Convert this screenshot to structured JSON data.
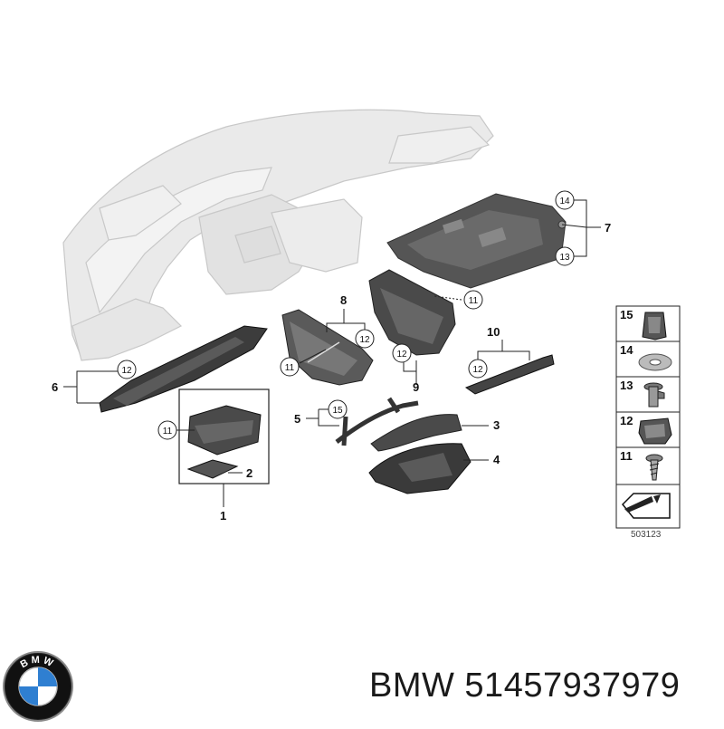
{
  "callouts": {
    "c1": "1",
    "c2": "2",
    "c3": "3",
    "c4": "4",
    "c5": "5",
    "c6": "6",
    "c7": "7",
    "c8": "8",
    "c9": "9",
    "c10": "10",
    "b11a": "11",
    "b11b": "11",
    "b11c": "11",
    "b12a": "12",
    "b12b": "12",
    "b12c": "12",
    "b12d": "12",
    "b13": "13",
    "b14": "14",
    "b15": "15"
  },
  "legend": {
    "items": [
      {
        "number": "15",
        "icon": "clip-nut-icon"
      },
      {
        "number": "14",
        "icon": "washer-icon"
      },
      {
        "number": "13",
        "icon": "expanding-rivet-icon"
      },
      {
        "number": "12",
        "icon": "spring-clip-icon"
      },
      {
        "number": "11",
        "icon": "screw-icon"
      },
      {
        "number": "",
        "icon": "shim-icon"
      }
    ],
    "figure_number": "503123"
  },
  "brand": {
    "logo_letters": "BMW",
    "caption": "BMW 51457937979"
  }
}
